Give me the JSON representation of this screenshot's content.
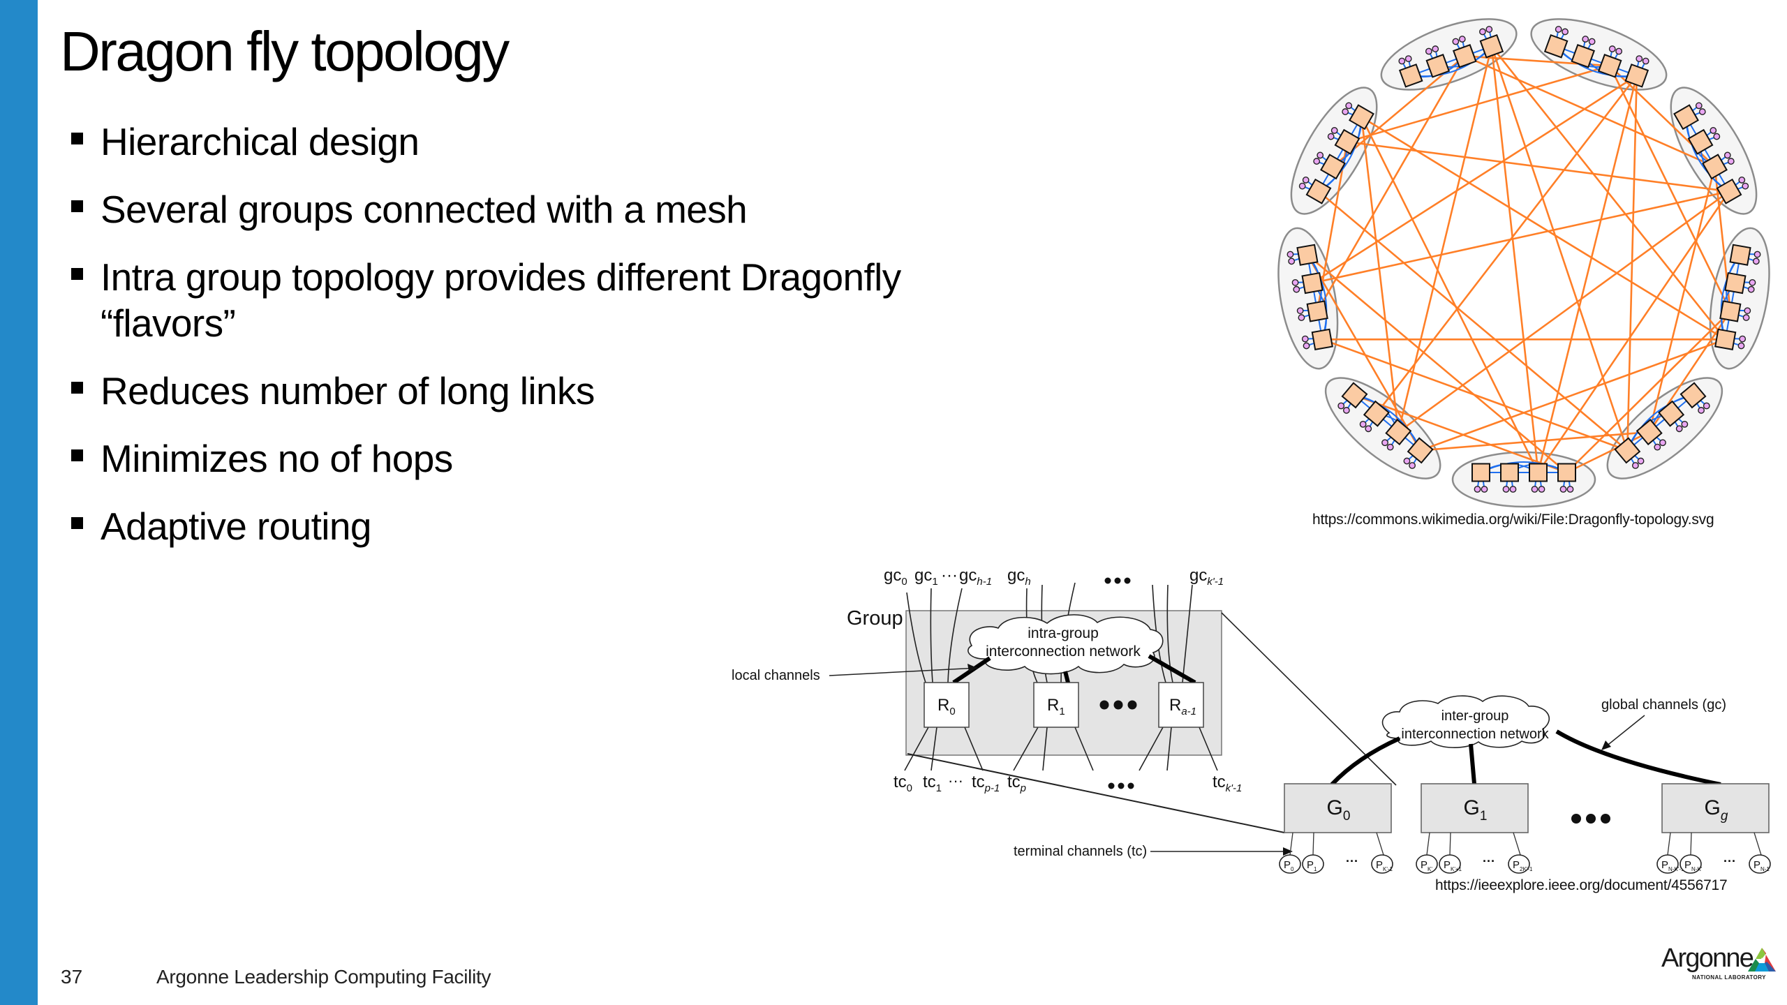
{
  "slide": {
    "title": "Dragon fly topology",
    "page_number": "37",
    "footer_org": "Argonne Leadership Computing Facility",
    "accent_color": "#2389C9"
  },
  "bullets": [
    "Hierarchical design",
    "Several groups connected with a mesh",
    "Intra group topology provides different Dragonfly “flavors”",
    "Reduces number of long links",
    "Minimizes no of hops",
    "Adaptive routing"
  ],
  "topology_figure": {
    "groups": 9,
    "routers_per_group": 4,
    "terminals_per_router": 2,
    "colors": {
      "global_link": "#FF7F27",
      "local_link": "#1F6FEF",
      "router_fill": "#FBCBA3",
      "terminal_fill": "#E9A6F2",
      "group_fill": "#F5F5F5",
      "group_stroke": "#8C8C8C"
    },
    "credit": "https://commons.wikimedia.org/wiki/File:Dragonfly-topology.svg"
  },
  "group_figure": {
    "group_label": "Group",
    "local_channels_label": "local channels",
    "intra_cloud": [
      "intra-group",
      "interconnection network"
    ],
    "routers": [
      {
        "base": "R",
        "sub": "0"
      },
      {
        "base": "R",
        "sub": "1"
      },
      {
        "base": "R",
        "sub": "a-1"
      }
    ],
    "global_channel_labels": [
      {
        "base": "gc",
        "sub": "0"
      },
      {
        "base": "gc",
        "sub": "1"
      },
      {
        "base": "gc",
        "sub": "h-1"
      },
      {
        "base": "gc",
        "sub": "h"
      },
      {
        "base": "gc",
        "sub": "k'-1"
      }
    ],
    "terminal_channel_labels": [
      {
        "base": "tc",
        "sub": "0"
      },
      {
        "base": "tc",
        "sub": "1"
      },
      {
        "base": "tc",
        "sub": "p-1"
      },
      {
        "base": "tc",
        "sub": "p"
      },
      {
        "base": "tc",
        "sub": "k'-1"
      }
    ],
    "ellipsis": "•••",
    "small_ellipsis": "···",
    "terminal_channels_label": "terminal channels (tc)",
    "global_channels_label": "global channels (gc)",
    "inter_cloud": [
      "inter-group",
      "interconnection network"
    ],
    "groups": [
      {
        "base": "G",
        "sub": "0",
        "procs": [
          {
            "base": "P",
            "sub": "0"
          },
          {
            "base": "P",
            "sub": "1"
          },
          {
            "base": "P",
            "sub": "K'-1"
          }
        ]
      },
      {
        "base": "G",
        "sub": "1",
        "procs": [
          {
            "base": "P",
            "sub": "K'"
          },
          {
            "base": "P",
            "sub": "K'+1"
          },
          {
            "base": "P",
            "sub": "2K'-1"
          }
        ]
      },
      {
        "base": "G",
        "sub": "g",
        "procs": [
          {
            "base": "P",
            "sub": "N-K'-1"
          },
          {
            "base": "P",
            "sub": "N-K'"
          },
          {
            "base": "P",
            "sub": "N-1"
          }
        ]
      }
    ],
    "credit": "https://ieeexplore.ieee.org/document/4556717"
  },
  "logo": {
    "name": "Argonne",
    "subtitle": "NATIONAL LABORATORY"
  }
}
